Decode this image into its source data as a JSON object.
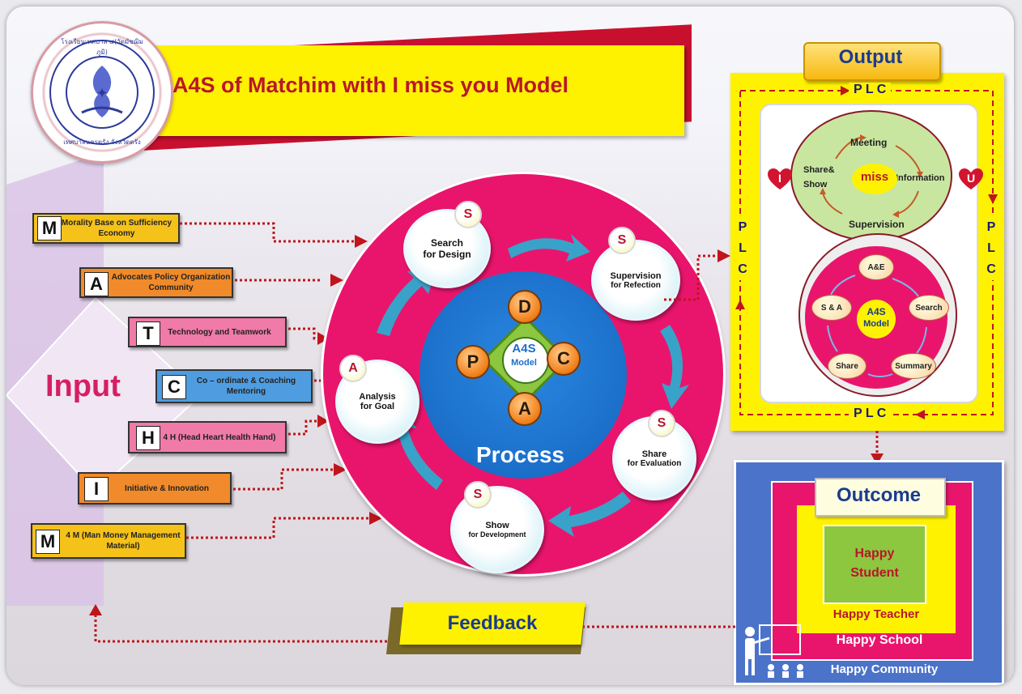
{
  "title": "A4S  of Matchim with I miss you Model",
  "logo": {
    "ring_text_top": "โรงเรียนเทศบาล ๔(วัดมัชฌิมภูมิ)",
    "ring_text_bottom": "เทศบาลนครตรัง จังหวัดตรัง"
  },
  "input": {
    "label": "Input",
    "items": [
      {
        "letter": "M",
        "text": "Morality Base on Sufficiency Economy",
        "color": "#f5c21a"
      },
      {
        "letter": "A",
        "text": "Advocates Policy Organization Community",
        "color": "#f08a2a"
      },
      {
        "letter": "T",
        "text": "Technology and Teamwork",
        "color": "#f07aa8"
      },
      {
        "letter": "C",
        "text": "Co – ordinate & Coaching Mentoring",
        "color": "#4f9de0"
      },
      {
        "letter": "H",
        "text": "4 H (Head Heart Health Hand)",
        "color": "#f07aa8"
      },
      {
        "letter": "I",
        "text": "Initiative & Innovation",
        "color": "#f08a2a"
      },
      {
        "letter": "M",
        "text": "4 M (Man Money Management Material)",
        "color": "#f5c21a"
      }
    ]
  },
  "process": {
    "label": "Process",
    "center": {
      "line1": "A4S",
      "line2": "Model"
    },
    "pdca": [
      "D",
      "C",
      "A",
      "P"
    ],
    "steps": [
      {
        "badge": "S",
        "line1": "Search",
        "line2": "for Design"
      },
      {
        "badge": "S",
        "line1": "Supervision",
        "line2": "for Refection"
      },
      {
        "badge": "S",
        "line1": "Share",
        "line2": "for Evaluation"
      },
      {
        "badge": "S",
        "line1": "Show",
        "line2": "for Development"
      },
      {
        "badge": "A",
        "line1": "Analysis",
        "line2": "for Goal"
      }
    ]
  },
  "output": {
    "label": "Output",
    "plc": "P L C",
    "plc_side": [
      "P",
      "L",
      "C"
    ],
    "miss": {
      "meeting": "Meeting",
      "information": "Information",
      "supervision": "Supervision",
      "share_show": [
        "Share&",
        "Show"
      ],
      "center": "miss",
      "left_heart": "I",
      "right_heart": "U"
    },
    "a4s": {
      "center1": "A4S",
      "center2": "Model",
      "nodes": [
        "A&E",
        "Search",
        "Summary",
        "Share",
        "S & A"
      ]
    }
  },
  "outcome": {
    "label": "Outcome",
    "levels": [
      "Happy Student",
      "Happy Teacher",
      "Happy School",
      "Happy Community"
    ]
  },
  "feedback": {
    "label": "Feedback"
  },
  "colors": {
    "yellow": "#fff200",
    "magenta": "#e8156e",
    "blue": "#1b6fc9",
    "green": "#8dc63f",
    "dot_red": "#c0151b"
  }
}
